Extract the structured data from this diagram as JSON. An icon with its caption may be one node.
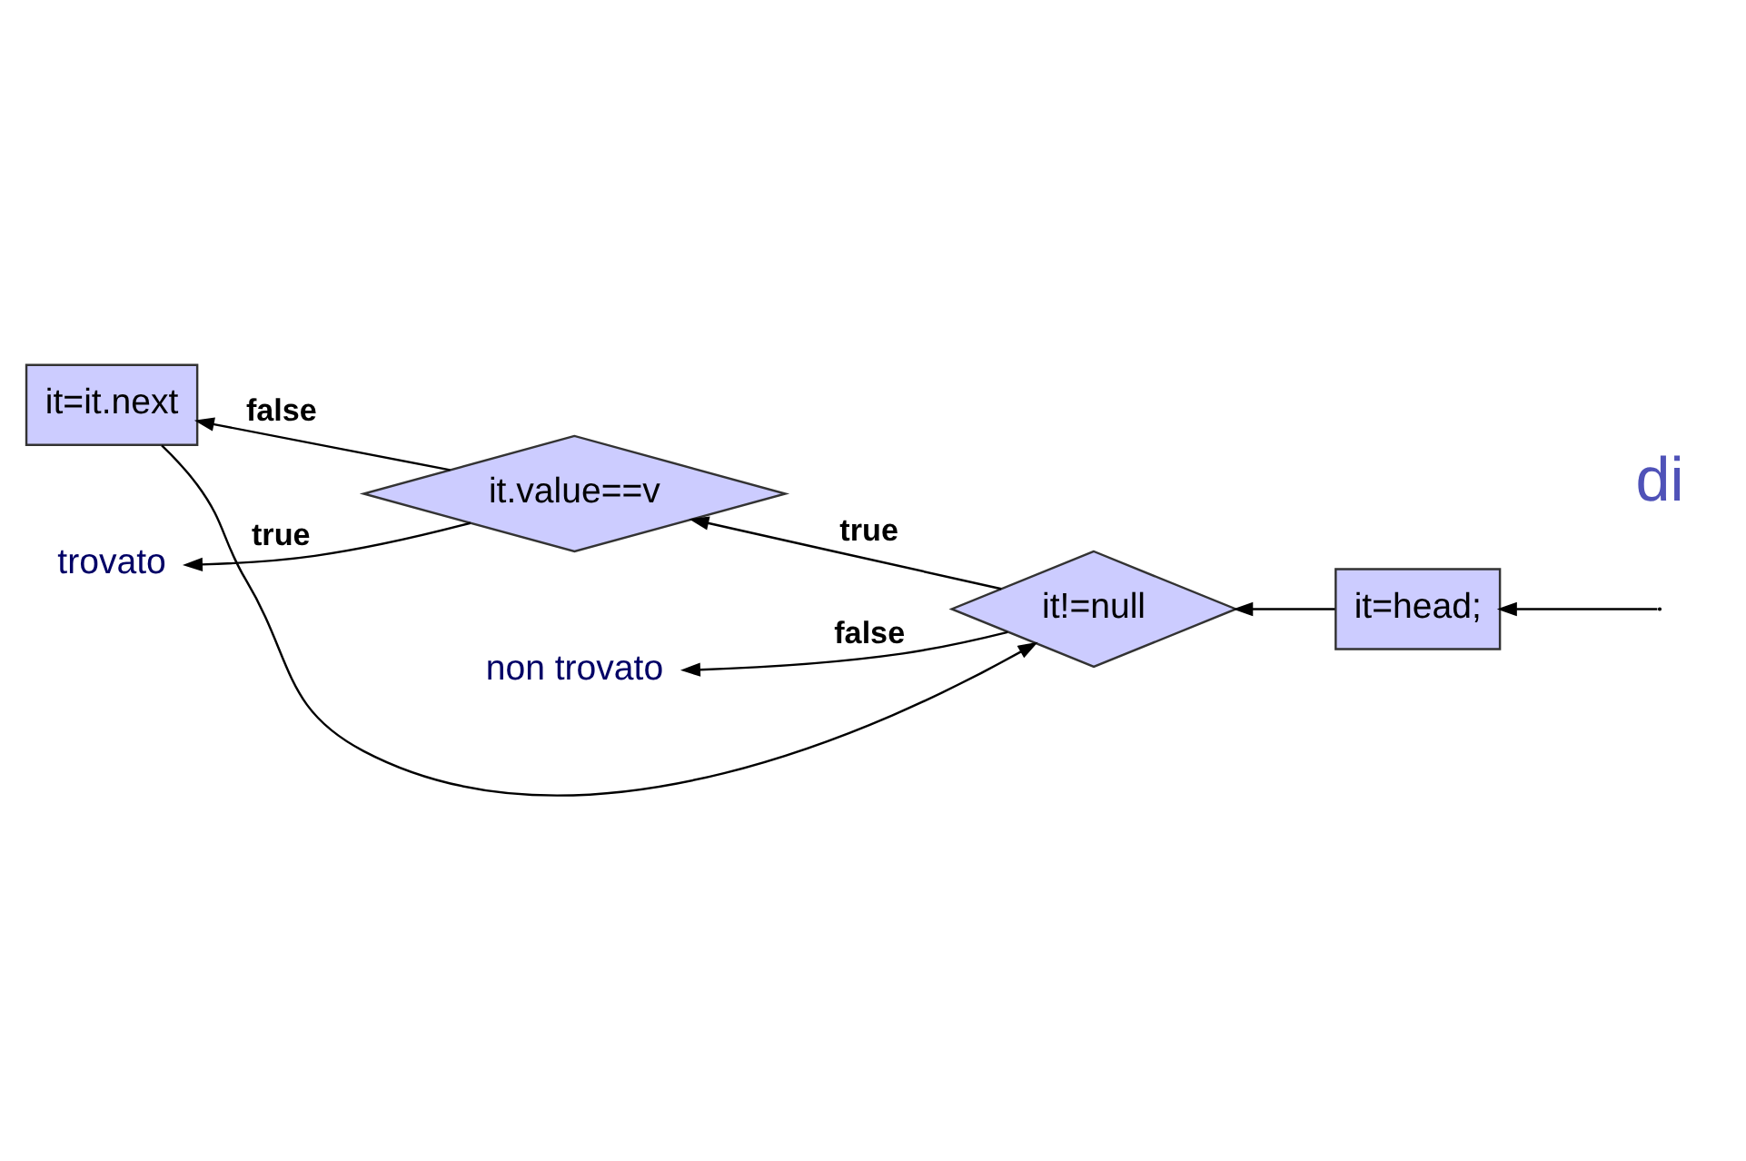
{
  "diagram": {
    "nodes": [
      {
        "text": [
          "it=head;"
        ]
      },
      {
        "text": [
          "it!=null"
        ]
      },
      {
        "text": [
          "it.value==v"
        ]
      },
      {
        "text": [
          "it=it.next"
        ]
      },
      {
        "text": [
          "trovato"
        ]
      },
      {
        "text": [
          "non trovato"
        ]
      }
    ],
    "edges": [
      {
        "from": null,
        "to": 0,
        "arrow": "to"
      },
      {
        "from": 0,
        "to": 1,
        "arrow": "to"
      },
      {
        "from": 1,
        "to": 2,
        "label": "true",
        "arrow": "to"
      },
      {
        "from": 2,
        "to": 3,
        "label": "false",
        "arrow": "to"
      },
      {
        "from": 3,
        "to": 1,
        "arrow": "to"
      },
      {
        "from": 2,
        "to": 4,
        "label": "true",
        "arrow": "to"
      },
      {
        "from": 1,
        "to": 5,
        "label": "false",
        "arrow": "to"
      }
    ],
    "labels": [
      "di"
    ]
  }
}
